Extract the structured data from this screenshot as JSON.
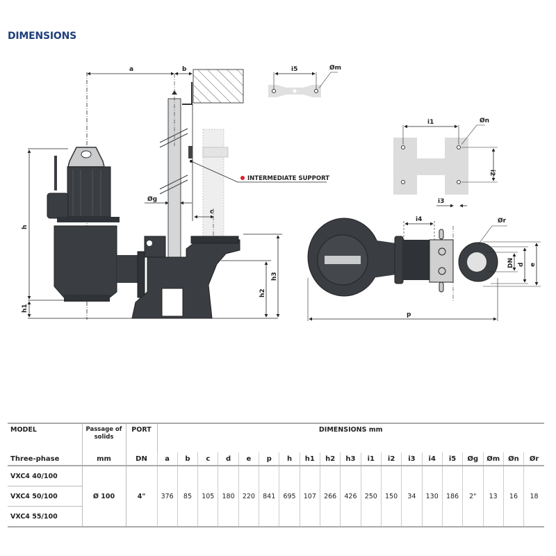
{
  "title": "DIMENSIONS",
  "drawing_labels": {
    "a": "a",
    "b": "b",
    "c": "c",
    "d": "d",
    "e": "e",
    "p": "p",
    "h": "h",
    "h1": "h1",
    "h2": "h2",
    "h3": "h3",
    "i1": "i1",
    "i2": "i2",
    "i3": "i3",
    "i4": "i4",
    "i5": "i5",
    "g": "Øg",
    "m": "Øm",
    "n": "Øn",
    "r": "Ør",
    "dn": "DN",
    "intermediate_support": "INTERMEDIATE SUPPORT"
  },
  "colors": {
    "title": "#1f3f7a",
    "support_marker": "#e31e24",
    "pump_body": "#3a3d42"
  },
  "table": {
    "model_header": "MODEL",
    "model_subheader": "Three-phase",
    "passage_header": "Passage of solids",
    "passage_unit": "mm",
    "port_header": "PORT",
    "port_unit": "DN",
    "dimensions_header": "DIMENSIONS mm",
    "columns": [
      "a",
      "b",
      "c",
      "d",
      "e",
      "p",
      "h",
      "h1",
      "h2",
      "h3",
      "i1",
      "i2",
      "i3",
      "i4",
      "i5",
      "Øg",
      "Øm",
      "Øn",
      "Ør"
    ],
    "models": [
      "VXC4 40/100",
      "VXC4 50/100",
      "VXC4 55/100"
    ],
    "passage": "Ø 100",
    "port": "4\"",
    "values": [
      "376",
      "85",
      "105",
      "180",
      "220",
      "841",
      "695",
      "107",
      "266",
      "426",
      "250",
      "150",
      "34",
      "130",
      "186",
      "2\"",
      "13",
      "16",
      "18"
    ]
  }
}
